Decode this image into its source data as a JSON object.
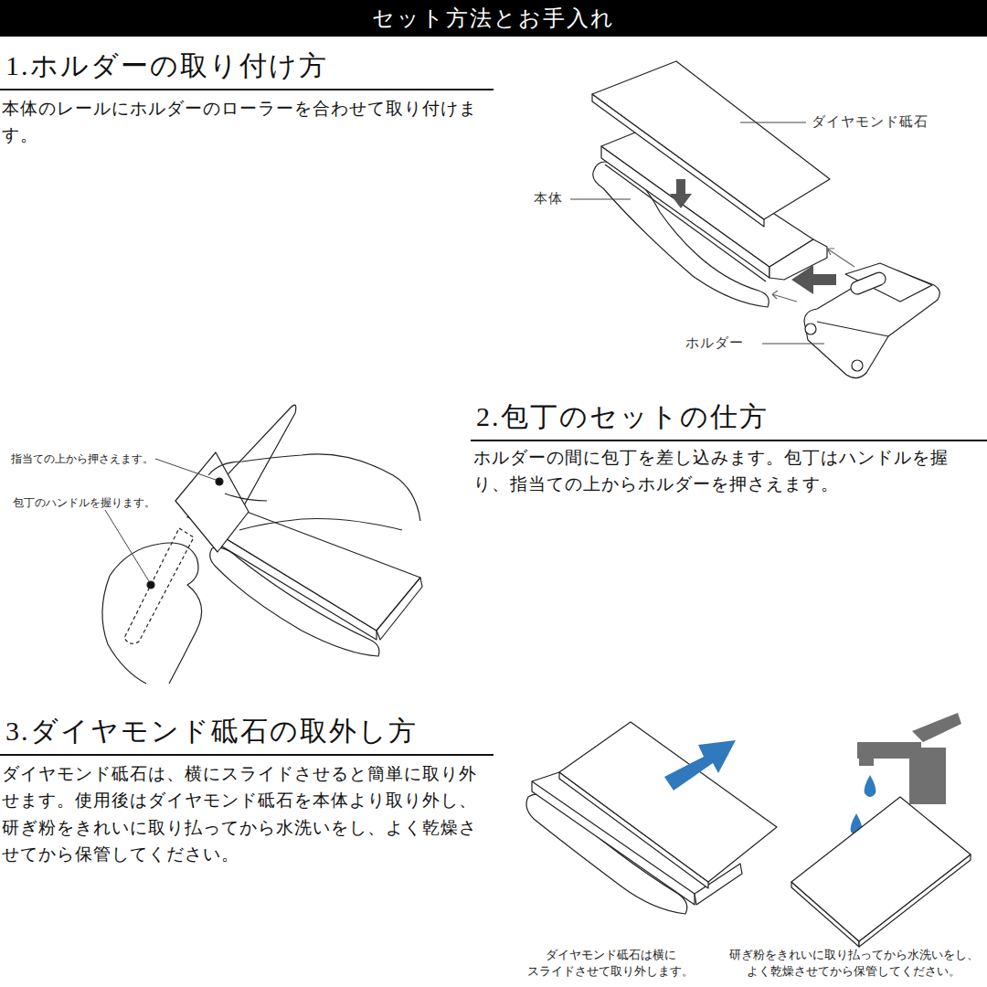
{
  "diagram": {
    "title": "セット方法とお手入れ",
    "labels": [
      "1.ホルダーの取り付け方",
      "本体のレールにホルダーのローラーを合わせて取り付けます。",
      "ダイヤモンド砥石",
      "本体",
      "ホルダー",
      "指当ての上から押さえます。",
      "包丁のハンドルを握ります。",
      "2.包丁のセットの仕方",
      "ホルダーの間に包丁を差し込みます。包丁はハンドルを握り、指当ての上からホルダーを押さえます。",
      "3.ダイヤモンド砥石の取外し方",
      "ダイヤモンド砥石は、横にスライドさせると簡単に取り外せます。使用後はダイヤモンド砥石を本体より取り外し、研ぎ粉をきれいに取り払ってから水洗いをし、よく乾燥させてから保管してください。",
      "ダイヤモンド砥石は横に スライドさせて取り外します。",
      "研ぎ粉をきれいに取り払ってから水洗いをし、 よく乾燥させてから保管してください。"
    ]
  }
}
